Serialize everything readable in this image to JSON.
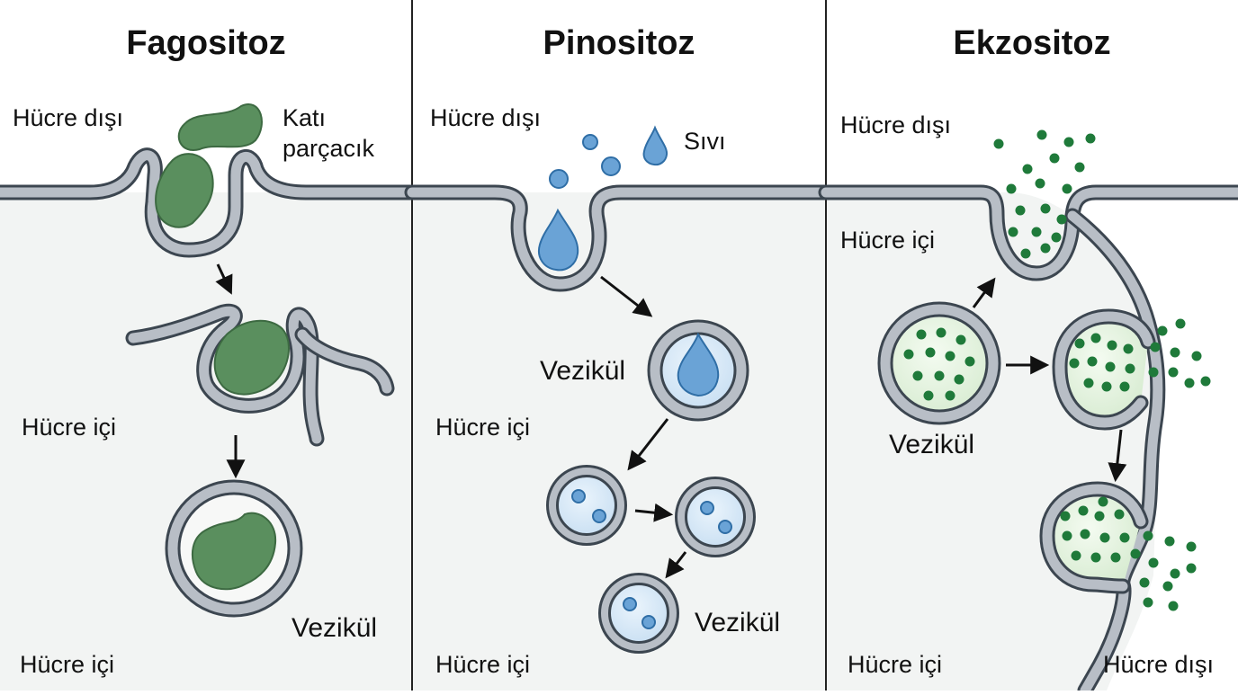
{
  "panels": [
    {
      "title": "Fagositoz",
      "labels": {
        "outside": "Hücre dışı",
        "particle_line1": "Katı",
        "particle_line2": "parçacık",
        "inside_mid": "Hücre içi",
        "vesicle": "Vezikül",
        "inside_bottom": "Hücre içi"
      }
    },
    {
      "title": "Pinositoz",
      "labels": {
        "outside": "Hücre dışı",
        "fluid": "Sıvı",
        "vesicle_top": "Vezikül",
        "inside_mid": "Hücre içi",
        "vesicle_bottom": "Vezikül",
        "inside_bottom": "Hücre içi"
      }
    },
    {
      "title": "Ekzositoz",
      "labels": {
        "outside_top": "Hücre dışı",
        "inside_top": "Hücre içi",
        "vesicle": "Vezikül",
        "inside_bottom": "Hücre içi",
        "outside_bottom": "Hücre dışı"
      }
    }
  ],
  "colors": {
    "membrane_fill": "#b8bec6",
    "membrane_outline": "#3c4650",
    "cytoplasm": "#f2f4f3",
    "solid_particle": "#5a8f5e",
    "fluid": "#6aa3d6",
    "secreted_dots": "#1f7a3a"
  }
}
